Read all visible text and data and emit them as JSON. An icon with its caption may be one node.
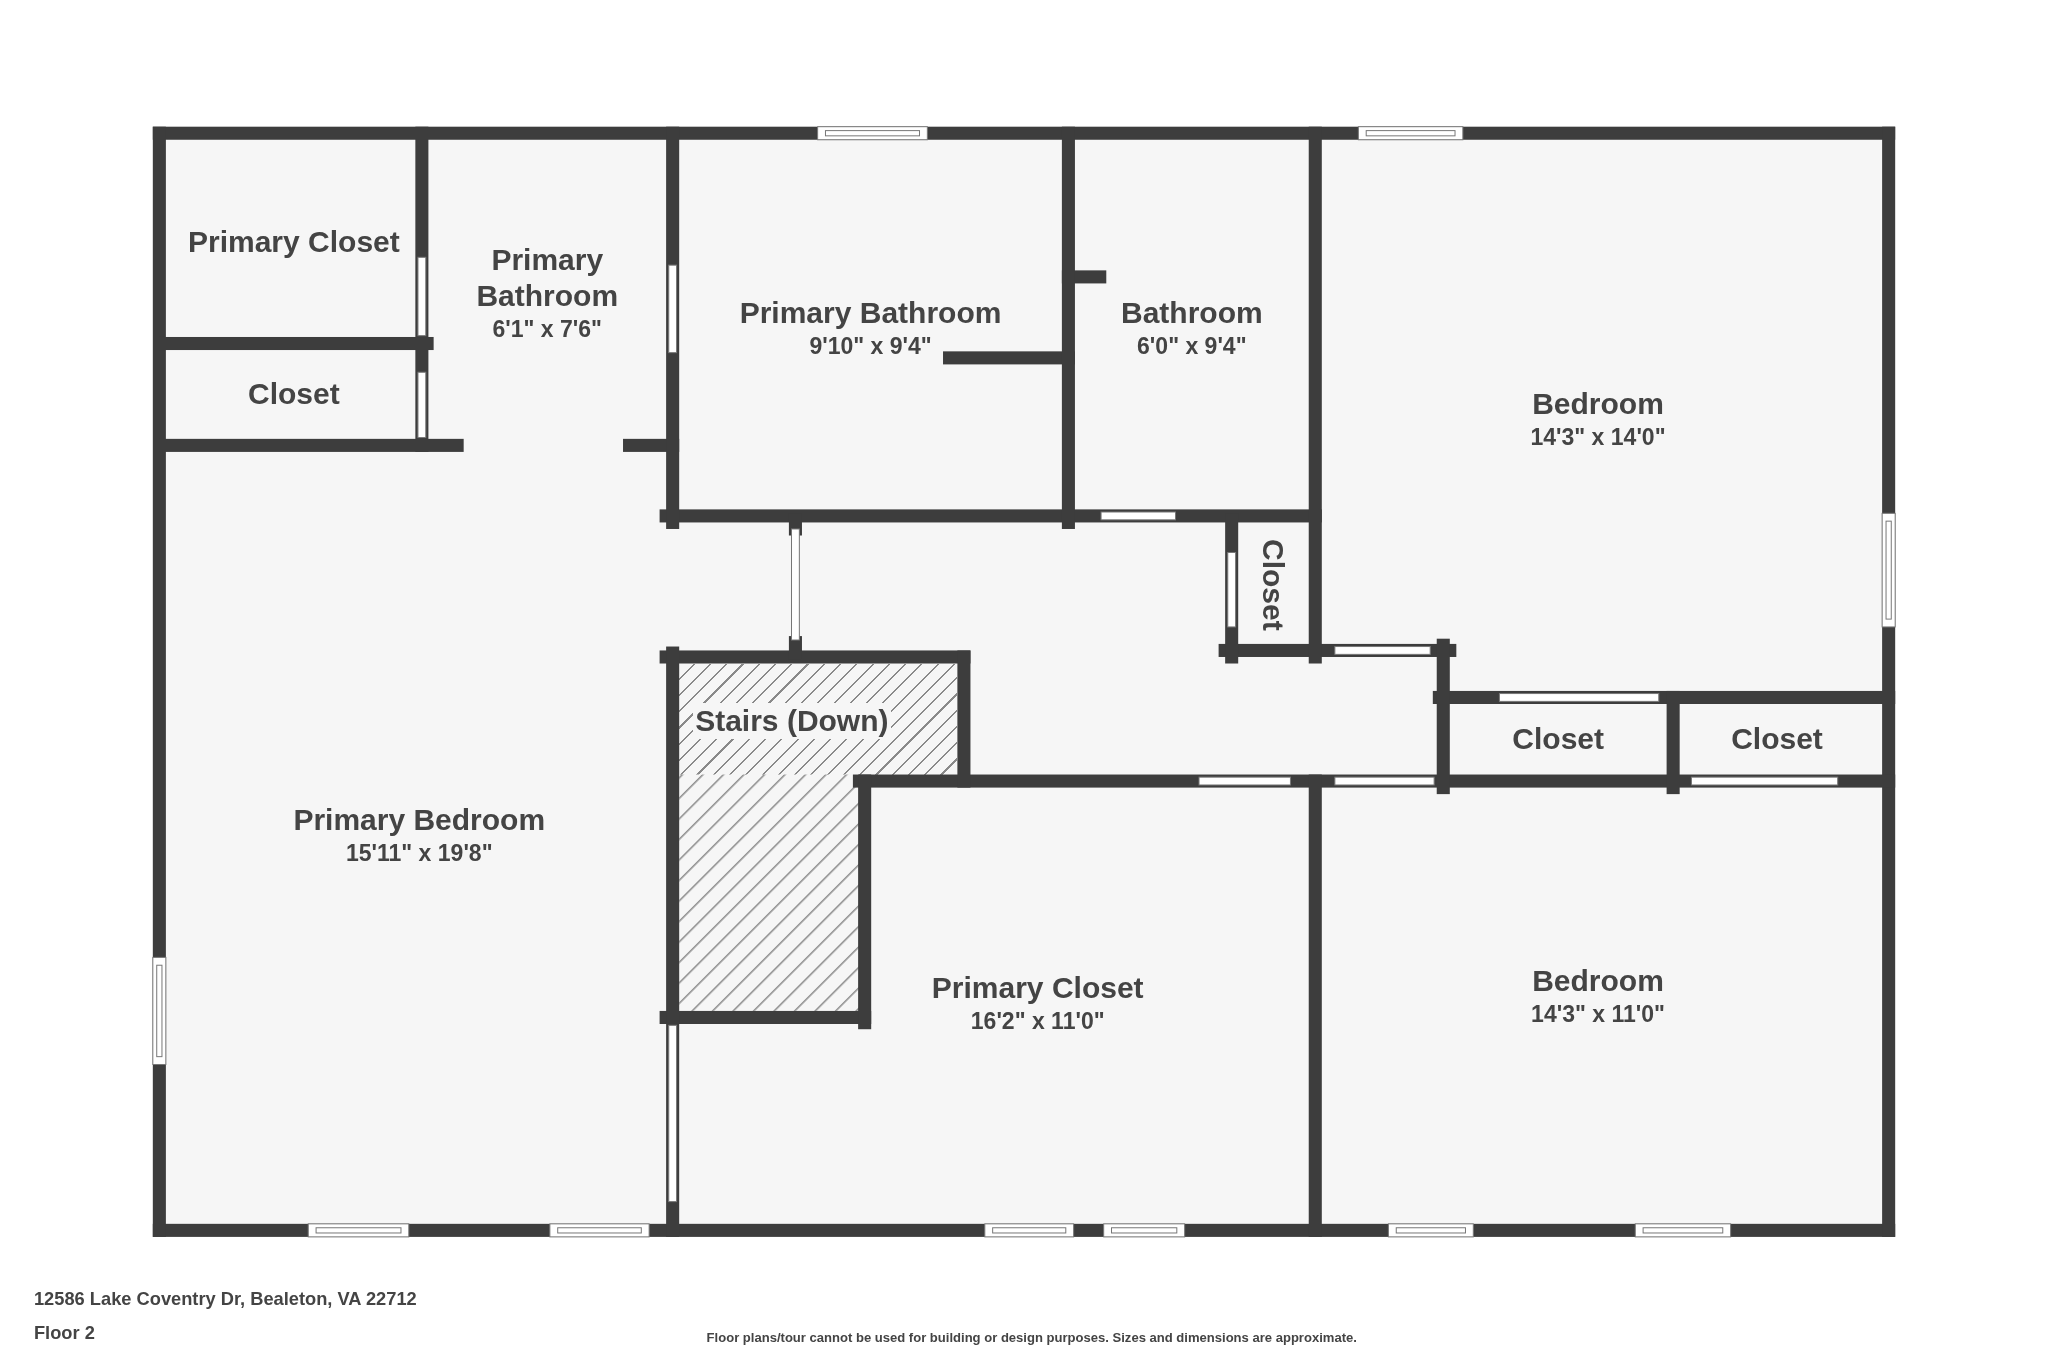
{
  "diagram": {
    "nodes": [
      {
        "text": [
          "Primary Closet"
        ]
      },
      {
        "text": [
          "Closet"
        ]
      },
      {
        "text": [
          "Primary Bathroom",
          "6'1\" x 7'6\""
        ]
      },
      {
        "text": [
          "Primary Bathroom",
          "9'10\" x 9'4\""
        ]
      },
      {
        "text": [
          "Bathroom",
          "6'0\" x 9'4\""
        ]
      },
      {
        "text": [
          "Bedroom",
          "14'3\" x 14'0\""
        ]
      },
      {
        "text": [
          "Closet"
        ]
      },
      {
        "text": [
          "Primary Bedroom",
          "15'11\" x 19'8\""
        ]
      },
      {
        "text": [
          "Stairs (Down)"
        ]
      },
      {
        "text": [
          "Closet"
        ]
      },
      {
        "text": [
          "Closet"
        ]
      },
      {
        "text": [
          "Primary Closet",
          "16'2\" x 11'0\""
        ]
      },
      {
        "text": [
          "Bedroom",
          "14'3\" x 11'0\""
        ]
      }
    ],
    "edges": [],
    "labels": [
      "12586 Lake Coventry Dr, Bealeton, VA 22712",
      "Floor 2",
      "Floor plans/tour cannot be used for building or design purposes. Sizes and dimensions are approximate."
    ]
  }
}
